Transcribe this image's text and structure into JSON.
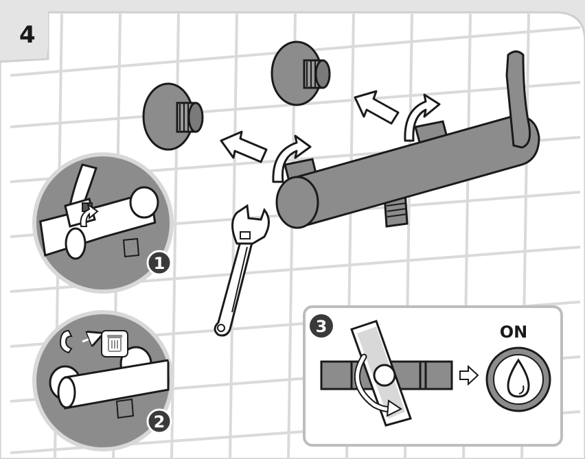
{
  "step": {
    "number": "4"
  },
  "details": {
    "detail_1": {
      "badge": "1"
    },
    "detail_2": {
      "badge": "2",
      "discard_icon": "trash-icon"
    },
    "detail_3": {
      "badge": "3",
      "status_label": "ON",
      "status_icon": "water-drop-icon"
    }
  },
  "colors": {
    "background": "#e4e4e4",
    "panel": "#ffffff",
    "tile_grout": "#ffffff",
    "metal": "#8c8c8c",
    "outline": "#1a1a1a",
    "badge": "#3a3a3a"
  },
  "icons": [
    "wrench-icon",
    "arrow-icon",
    "rotate-arrow-icon",
    "trash-icon",
    "water-drop-icon"
  ]
}
